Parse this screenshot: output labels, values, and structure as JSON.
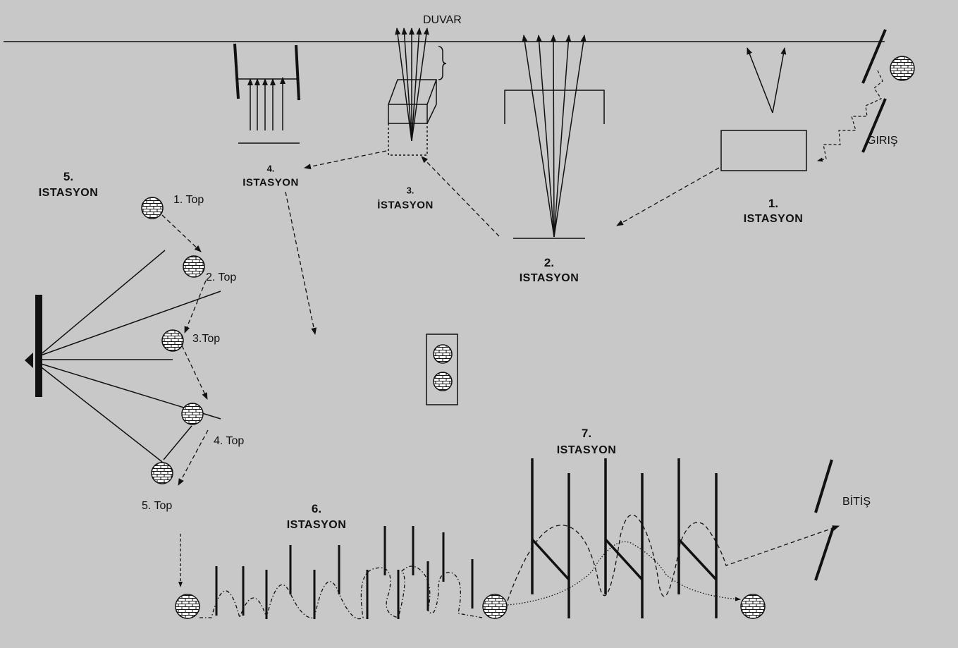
{
  "labels": {
    "wall": "DUVAR",
    "entry": "GIRIŞ",
    "finish": "BİTİŞ",
    "s1_num": "1.",
    "s1_name": "ISTASYON",
    "s2_num": "2.",
    "s2_name": "ISTASYON",
    "s3_num": "3.",
    "s3_name": "İSTASYON",
    "s4_num": "4.",
    "s4_name": "ISTASYON",
    "s5_num": "5.",
    "s5_name": "ISTASYON",
    "s6_num": "6.",
    "s6_name": "ISTASYON",
    "s7_num": "7.",
    "s7_name": "ISTASYON",
    "ball1": "1. Top",
    "ball2": "2. Top",
    "ball3": "3.Top",
    "ball4": "4. Top",
    "ball5": "5. Top"
  },
  "colors": {
    "background": "#c8c8c8",
    "line": "#111111"
  }
}
